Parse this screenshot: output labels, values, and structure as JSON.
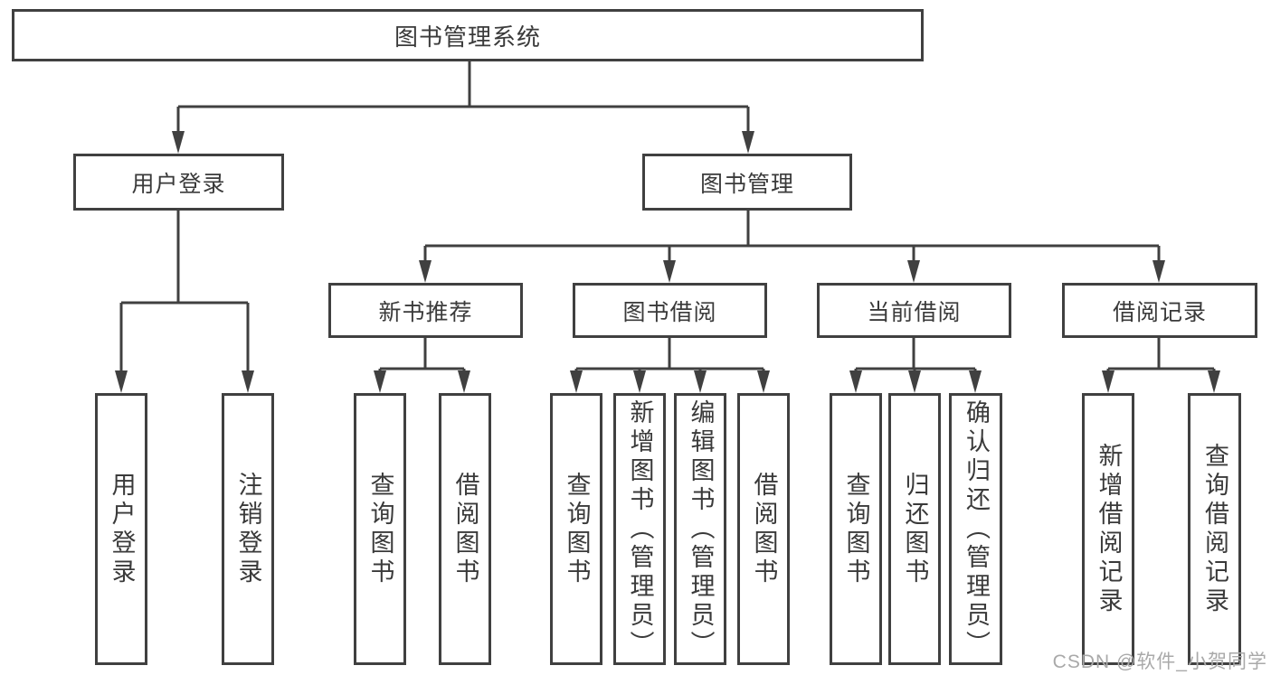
{
  "diagram": {
    "root": {
      "label": "图书管理系统"
    },
    "level2": [
      {
        "label": "用户登录",
        "parent": "图书管理系统"
      },
      {
        "label": "图书管理",
        "parent": "图书管理系统"
      }
    ],
    "level3": [
      {
        "label": "新书推荐",
        "parent": "图书管理"
      },
      {
        "label": "图书借阅",
        "parent": "图书管理"
      },
      {
        "label": "当前借阅",
        "parent": "图书管理"
      },
      {
        "label": "借阅记录",
        "parent": "图书管理"
      }
    ],
    "leaves": [
      {
        "label": "用户登录",
        "parent": "用户登录"
      },
      {
        "label": "注销登录",
        "parent": "用户登录"
      },
      {
        "label": "查询图书",
        "parent": "新书推荐"
      },
      {
        "label": "借阅图书",
        "parent": "新书推荐"
      },
      {
        "label": "查询图书",
        "parent": "图书借阅"
      },
      {
        "label": "新增图书（管理员）",
        "parent": "图书借阅"
      },
      {
        "label": "编辑图书（管理员）",
        "parent": "图书借阅"
      },
      {
        "label": "借阅图书",
        "parent": "图书借阅"
      },
      {
        "label": "查询图书",
        "parent": "当前借阅"
      },
      {
        "label": "归还图书",
        "parent": "当前借阅"
      },
      {
        "label": "确认归还（管理员）",
        "parent": "当前借阅"
      },
      {
        "label": "新增借阅记录",
        "parent": "借阅记录"
      },
      {
        "label": "查询借阅记录",
        "parent": "借阅记录"
      }
    ],
    "watermark": "CSDN @软件_小贺同学",
    "colors": {
      "line": "#404040",
      "text": "#3a3a3a",
      "watermark": "#a9a9a9",
      "background": "#ffffff"
    }
  }
}
